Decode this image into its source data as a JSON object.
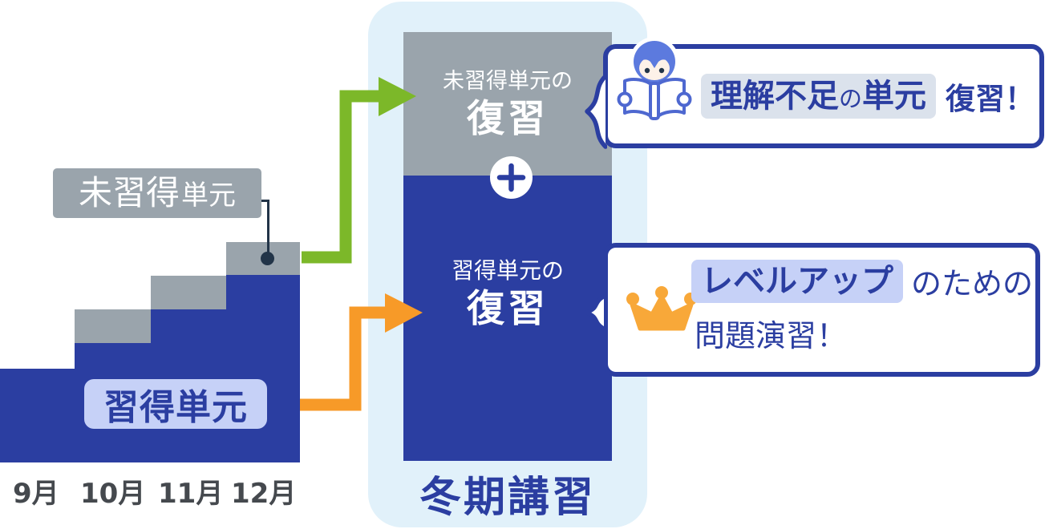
{
  "colors": {
    "blue": "#2b3ea1",
    "gray": "#9aa4ac",
    "panel_bg": "#e1f1fa",
    "green": "#7cb829",
    "orange": "#f79a28",
    "crown": "#f8a839",
    "lavender": "#c6d1f7",
    "hl_gray": "#dbe2ec",
    "navy": "#223448",
    "month_text": "#45494e",
    "icon_blue": "#5c7ade",
    "book_blue": "#4e68d0",
    "face": "#fdf1e8"
  },
  "staircase": {
    "months": [
      "9月",
      "10月",
      "11月",
      "12月"
    ],
    "unmastered_label": {
      "strong": "未習得",
      "small": "単元"
    },
    "mastered_label": "習得単元"
  },
  "panel": {
    "title": "冬期講習",
    "unmastered_box": {
      "line1": "未習得単元の",
      "line2": "復習"
    },
    "mastered_box": {
      "line1": "習得単元の",
      "line2": "復習"
    }
  },
  "bubble_top": {
    "icon": "reading-person-icon",
    "highlight_big1": "理解不足",
    "highlight_small": "の",
    "highlight_big2": "単元",
    "suffix": "復習！"
  },
  "bubble_bottom": {
    "icon": "crown-icon",
    "highlight": "レベルアップ",
    "suffix": "のための",
    "line2": "問題演習！"
  }
}
